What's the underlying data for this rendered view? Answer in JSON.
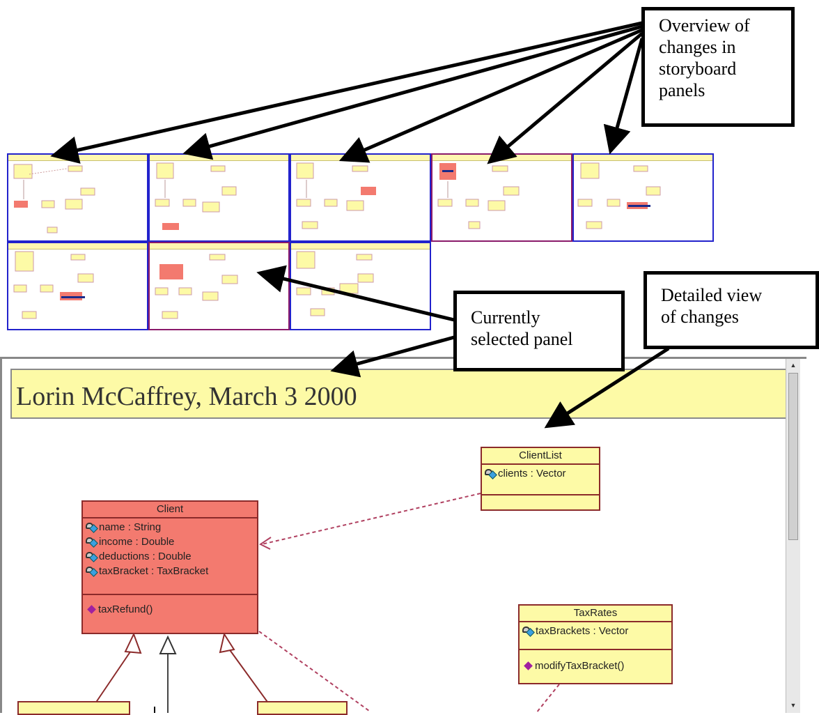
{
  "callouts": {
    "overview": [
      "Overview of",
      "changes in",
      "storyboard",
      "panels"
    ],
    "current": [
      "Currently",
      "selected panel"
    ],
    "detailed": [
      "Detailed view",
      "of changes"
    ]
  },
  "main_panel": {
    "title": "Lorin McCaffrey, March 3 2000"
  },
  "classes": {
    "clientlist": {
      "name": "ClientList",
      "attributes": [
        "clients : Vector"
      ]
    },
    "client": {
      "name": "Client",
      "attributes": [
        "name : String",
        "income : Double",
        "deductions : Double",
        "taxBracket : TaxBracket"
      ],
      "operations": [
        "taxRefund()"
      ]
    },
    "taxrates": {
      "name": "TaxRates",
      "attributes": [
        "taxBrackets : Vector"
      ],
      "operations": [
        "modifyTaxBracket()"
      ]
    }
  },
  "colors": {
    "class_fill": "#fdfaa6",
    "changed_fill": "#f37a6f",
    "class_border": "#8b2a2a",
    "panel_border": "#2222cc",
    "selected_panel_border": "#8a1a6a"
  }
}
